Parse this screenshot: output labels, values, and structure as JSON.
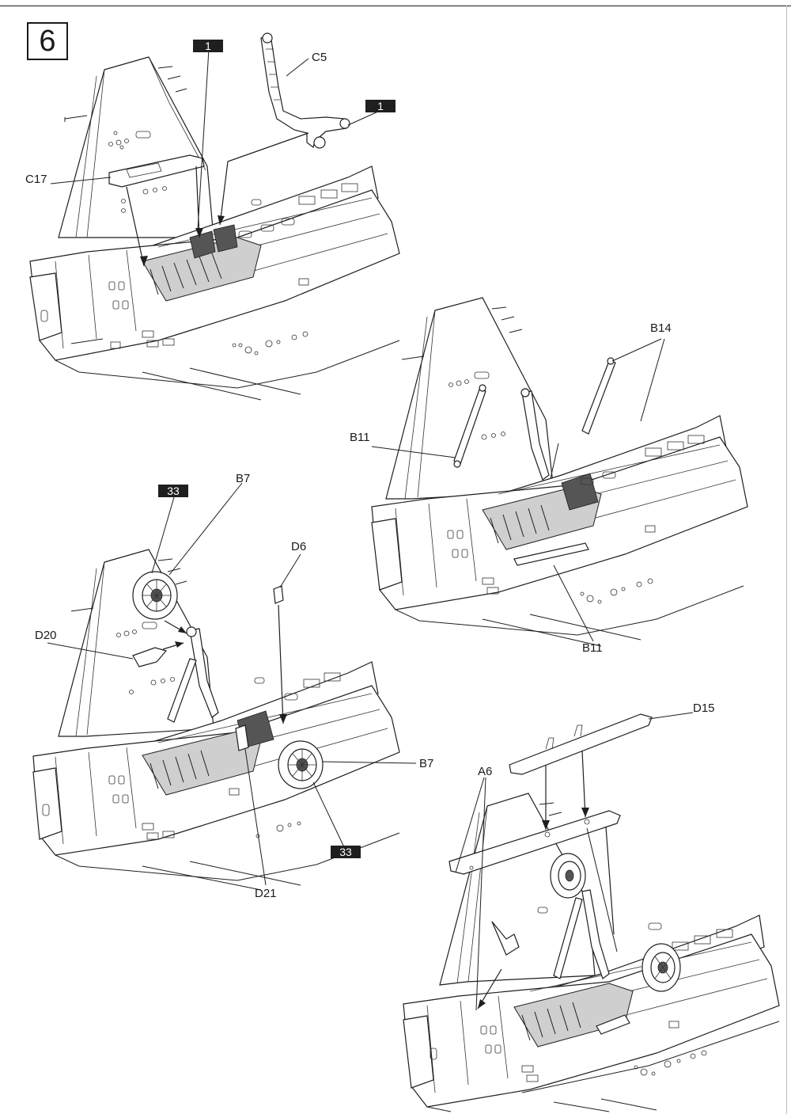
{
  "step": {
    "number": "6"
  },
  "labels": {
    "c5": "C5",
    "c17": "C17",
    "b14": "B14",
    "b11_upper": "B11",
    "b11_lower": "B11",
    "b7_upper": "B7",
    "b7_lower": "B7",
    "d6": "D6",
    "d20": "D20",
    "d21": "D21",
    "d15": "D15",
    "a6": "A6"
  },
  "badges": {
    "ref1_left": "1",
    "ref1_right": "1",
    "ref33_upper": "33",
    "ref33_lower": "33"
  },
  "colors": {
    "ink": "#1f1f1f",
    "badge_bg": "#1f1f1f",
    "badge_text": "#ffffff"
  }
}
